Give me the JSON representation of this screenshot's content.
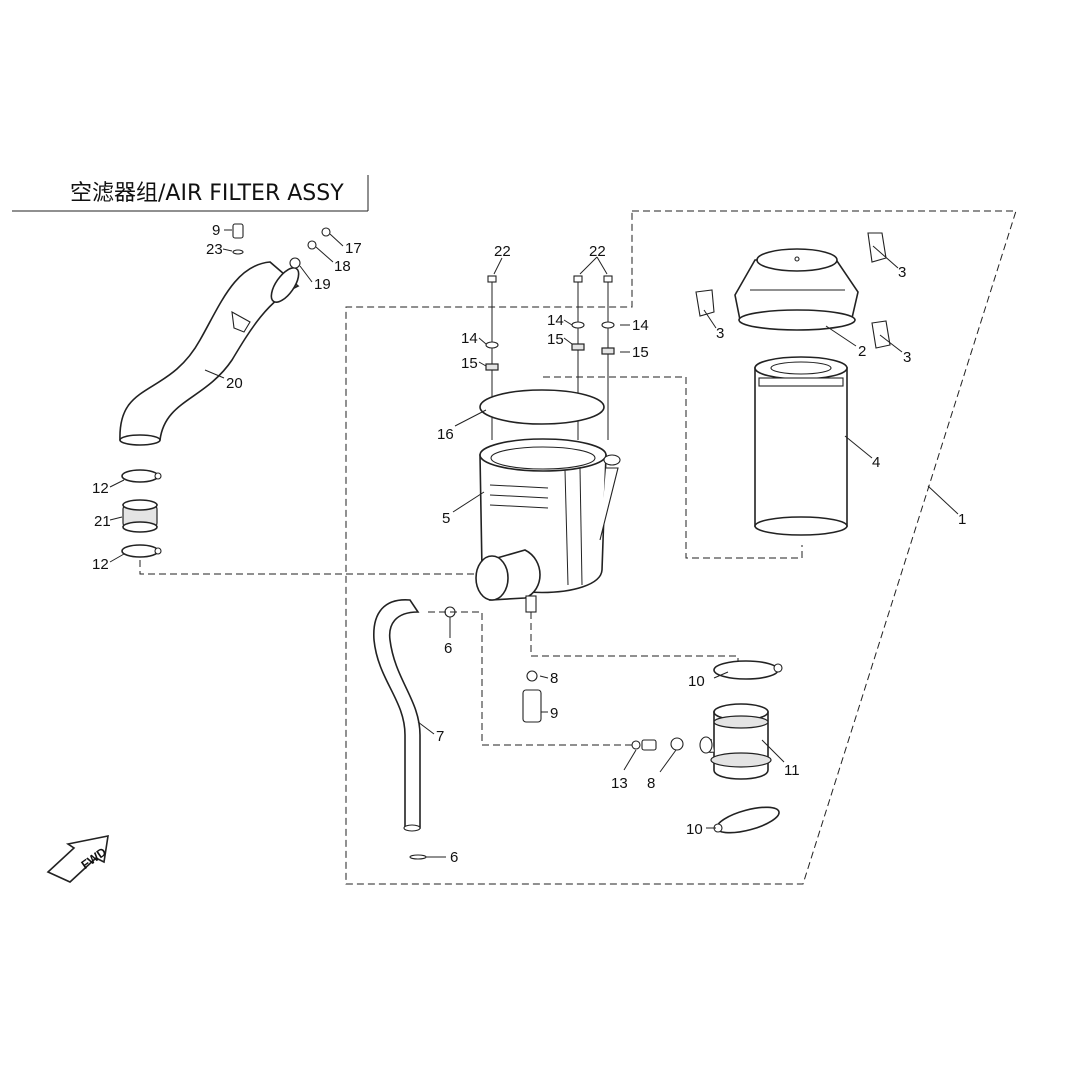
{
  "title": "空滤器组/AIR FILTER ASSY",
  "forward_label": "FWD",
  "callouts": {
    "c1": "1",
    "c2": "2",
    "c3a": "3",
    "c3b": "3",
    "c3c": "3",
    "c4": "4",
    "c5": "5",
    "c6a": "6",
    "c6b": "6",
    "c7": "7",
    "c8a": "8",
    "c8b": "8",
    "c9a": "9",
    "c9b": "9",
    "c10a": "10",
    "c10b": "10",
    "c11": "11",
    "c12a": "12",
    "c12b": "12",
    "c13": "13",
    "c14a": "14",
    "c14b": "14",
    "c14c": "14",
    "c15a": "15",
    "c15b": "15",
    "c15c": "15",
    "c16": "16",
    "c17": "17",
    "c18": "18",
    "c19": "19",
    "c20": "20",
    "c21": "21",
    "c22a": "22",
    "c22b": "22",
    "c23": "23"
  },
  "colors": {
    "line": "#222222",
    "background": "#ffffff"
  }
}
